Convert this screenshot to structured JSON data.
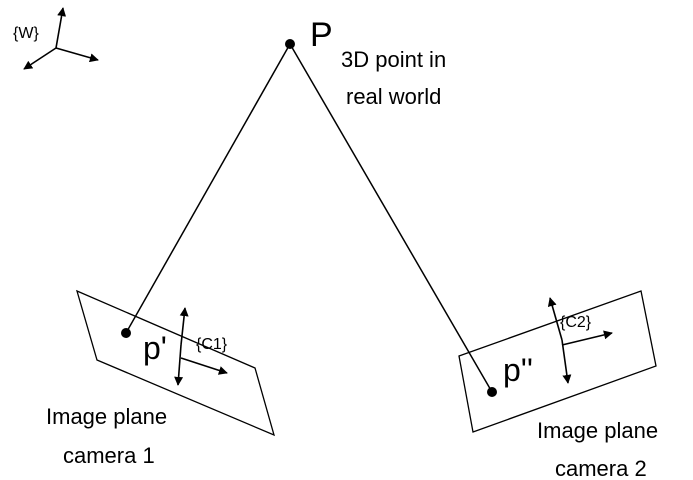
{
  "world_frame": {
    "label": "{W}"
  },
  "point": {
    "name": "P",
    "description_line1": "3D point in",
    "description_line2": "real world"
  },
  "camera1": {
    "projection_label": "p'",
    "frame_label": "{C1}",
    "caption_line1": "Image plane",
    "caption_line2": "camera 1"
  },
  "camera2": {
    "projection_label": "p''",
    "frame_label": "{C2}",
    "caption_line1": "Image plane",
    "caption_line2": "camera 2"
  },
  "colors": {
    "ink": "#000000",
    "background": "#ffffff"
  }
}
